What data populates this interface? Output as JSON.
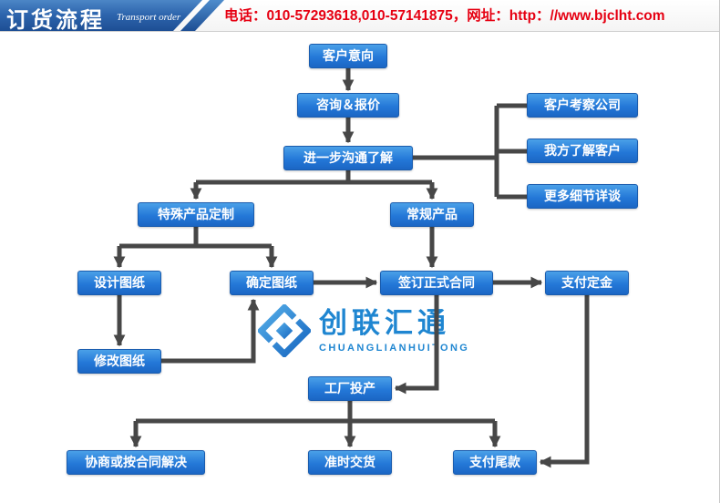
{
  "header": {
    "title": "订货流程",
    "subtitle": "Transport order",
    "contact": "电话：010-57293618,010-57141875，网址：http：//www.bjclht.com"
  },
  "logo": {
    "name": "创联汇通",
    "latin": "CHUANGLIANHUITONG"
  },
  "colors": {
    "banner_blue": "#2e66ae",
    "node_blue": "#2478d8",
    "node_border": "#1a5cae",
    "contact_red": "#e60012",
    "arrow_gray": "#474747",
    "brand_blue": "#1f86d1"
  },
  "flow": {
    "nodes": [
      {
        "id": "customer-intent",
        "label": "客户意向"
      },
      {
        "id": "consult-quote",
        "label": "咨询＆报价"
      },
      {
        "id": "further-communication",
        "label": "进一步沟通了解"
      },
      {
        "id": "client-visit-company",
        "label": "客户考察公司"
      },
      {
        "id": "we-know-client",
        "label": "我方了解客户"
      },
      {
        "id": "more-details",
        "label": "更多细节详谈"
      },
      {
        "id": "custom-product",
        "label": "特殊产品定制"
      },
      {
        "id": "regular-product",
        "label": "常规产品"
      },
      {
        "id": "design-drawing",
        "label": "设计图纸"
      },
      {
        "id": "confirm-drawing",
        "label": "确定图纸"
      },
      {
        "id": "sign-contract",
        "label": "签订正式合同"
      },
      {
        "id": "pay-deposit",
        "label": "支付定金"
      },
      {
        "id": "modify-drawing",
        "label": "修改图纸"
      },
      {
        "id": "factory-production",
        "label": "工厂投产"
      },
      {
        "id": "negotiate-resolve",
        "label": "协商或按合同解决"
      },
      {
        "id": "on-time-delivery",
        "label": "准时交货"
      },
      {
        "id": "pay-balance",
        "label": "支付尾款"
      }
    ],
    "edges": [
      {
        "from": "customer-intent",
        "to": "consult-quote"
      },
      {
        "from": "consult-quote",
        "to": "further-communication"
      },
      {
        "from": "further-communication",
        "to": "client-visit-company"
      },
      {
        "from": "further-communication",
        "to": "we-know-client"
      },
      {
        "from": "further-communication",
        "to": "more-details"
      },
      {
        "from": "further-communication",
        "to": "custom-product"
      },
      {
        "from": "further-communication",
        "to": "regular-product"
      },
      {
        "from": "custom-product",
        "to": "design-drawing"
      },
      {
        "from": "custom-product",
        "to": "confirm-drawing"
      },
      {
        "from": "design-drawing",
        "to": "modify-drawing"
      },
      {
        "from": "modify-drawing",
        "to": "confirm-drawing"
      },
      {
        "from": "confirm-drawing",
        "to": "sign-contract"
      },
      {
        "from": "regular-product",
        "to": "sign-contract"
      },
      {
        "from": "sign-contract",
        "to": "pay-deposit"
      },
      {
        "from": "sign-contract",
        "to": "factory-production"
      },
      {
        "from": "pay-deposit",
        "to": "pay-balance"
      },
      {
        "from": "factory-production",
        "to": "negotiate-resolve"
      },
      {
        "from": "factory-production",
        "to": "on-time-delivery"
      },
      {
        "from": "factory-production",
        "to": "pay-balance"
      }
    ]
  }
}
